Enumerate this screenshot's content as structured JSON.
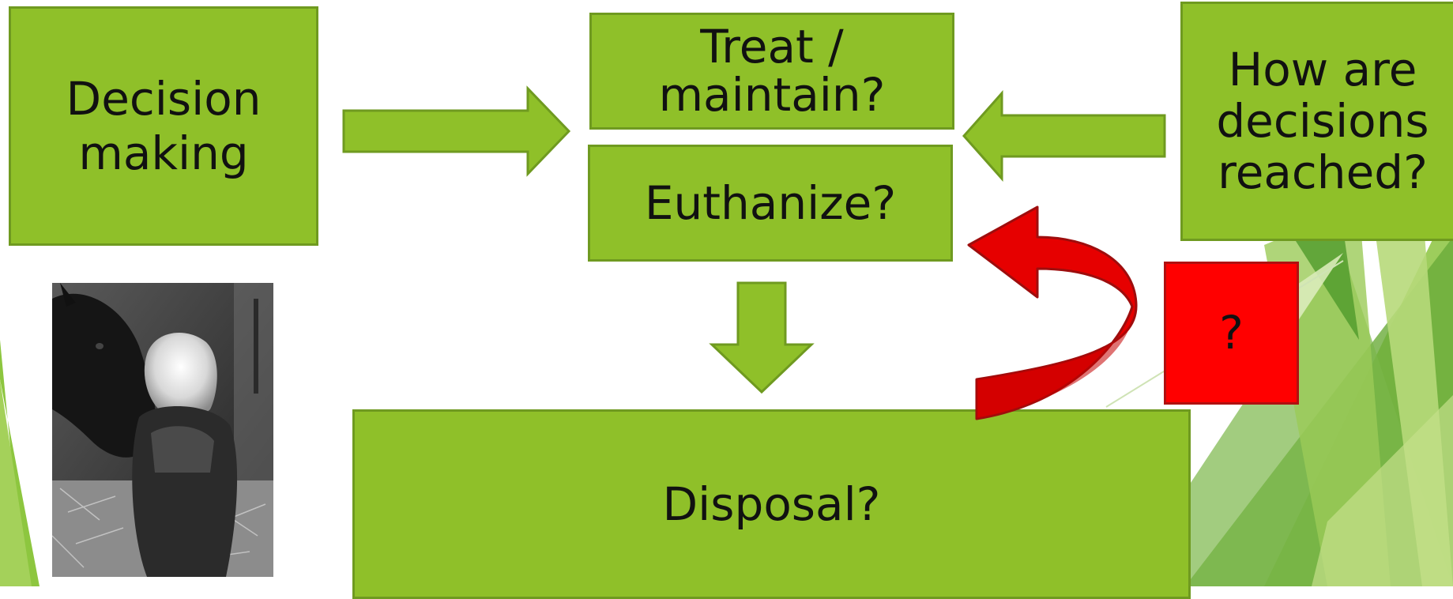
{
  "nodes": {
    "decision_making": [
      "Decision",
      "making"
    ],
    "treat_maintain": [
      "Treat /",
      "maintain?"
    ],
    "euthanize": "Euthanize?",
    "how_decisions": [
      "How are",
      "decisions",
      "reached?"
    ],
    "disposal": "Disposal?",
    "unknown": "?"
  },
  "colors": {
    "box_fill": "#8fc029",
    "box_border": "#6f9a20",
    "curved_arrow": "#e60000",
    "question_box": "#ff0000"
  },
  "photo": {
    "description_icon": "horse-and-child-photo"
  }
}
